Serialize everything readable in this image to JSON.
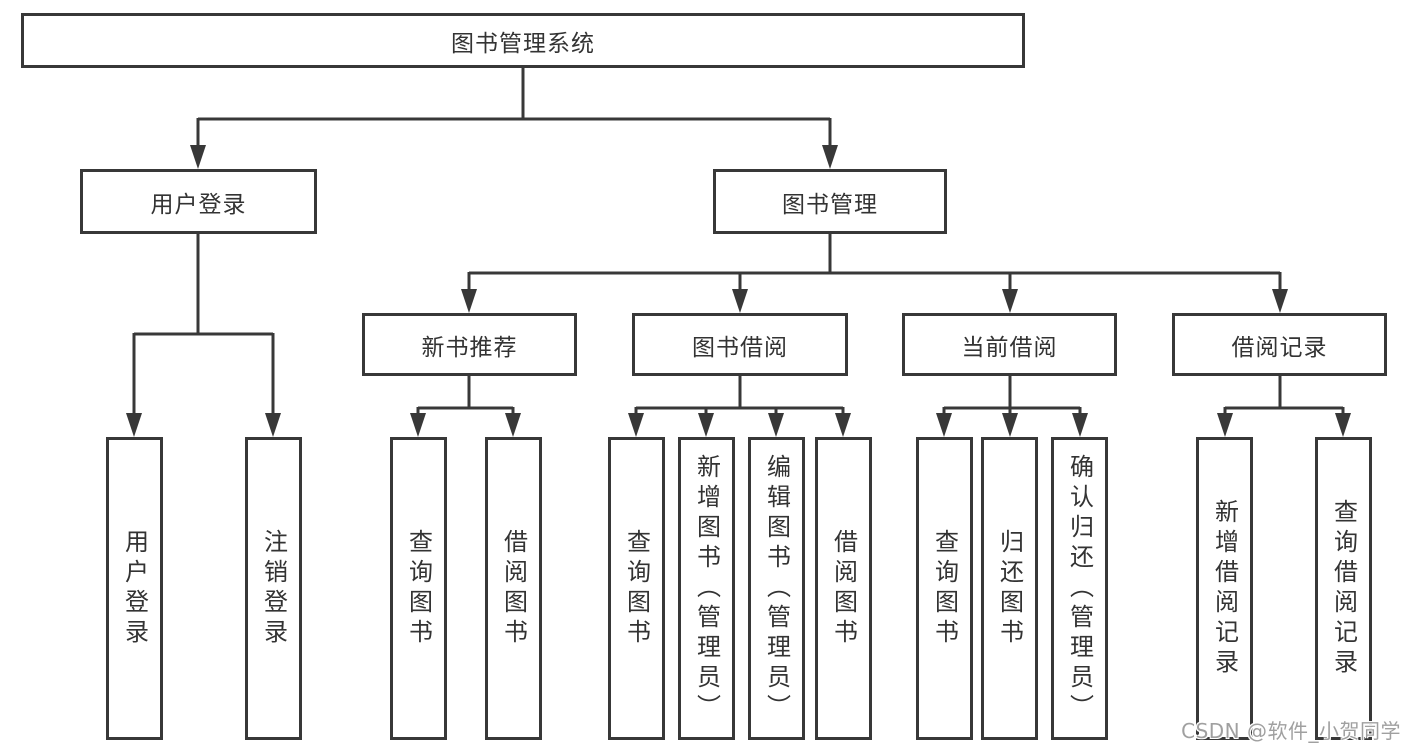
{
  "diagram": {
    "title_node": "图书管理系统",
    "level2": [
      {
        "label": "用户登录"
      },
      {
        "label": "图书管理"
      }
    ],
    "level3": [
      {
        "label": "新书推荐"
      },
      {
        "label": "图书借阅"
      },
      {
        "label": "当前借阅"
      },
      {
        "label": "借阅记录"
      }
    ],
    "leaves": [
      {
        "label": "用户登录"
      },
      {
        "label": "注销登录"
      },
      {
        "label": "查询图书"
      },
      {
        "label": "借阅图书"
      },
      {
        "label": "查询图书"
      },
      {
        "label": "新增图书（管理员）"
      },
      {
        "label": "编辑图书（管理员）"
      },
      {
        "label": "借阅图书"
      },
      {
        "label": "查询图书"
      },
      {
        "label": "归还图书"
      },
      {
        "label": "确认归还（管理员）"
      },
      {
        "label": "新增借阅记录"
      },
      {
        "label": "查询借阅记录"
      }
    ],
    "colors": {
      "line": "#383838",
      "text": "#333333",
      "background": "#ffffff",
      "watermark": "#a0a0a0"
    },
    "watermark": "CSDN @软件_小贺同学"
  }
}
